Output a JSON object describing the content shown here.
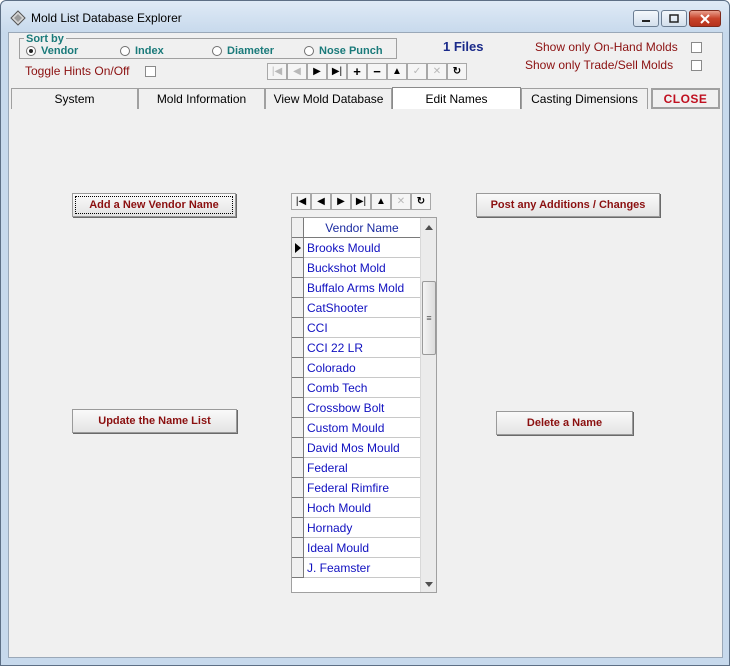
{
  "window": {
    "title": "Mold List Database Explorer",
    "caption_buttons": {
      "minimize": "minimize",
      "maximize": "maximize",
      "close": "close"
    }
  },
  "toolbar": {
    "sort_group": {
      "legend": "Sort by",
      "options": [
        {
          "label": "Vendor",
          "selected": true
        },
        {
          "label": "Index",
          "selected": false
        },
        {
          "label": "Diameter",
          "selected": false
        },
        {
          "label": "Nose Punch",
          "selected": false
        }
      ]
    },
    "files_count": "1 Files",
    "toggle_hints_label": "Toggle Hints On/Off",
    "show_onhand_label": "Show only On-Hand Molds",
    "show_trade_label": "Show only Trade/Sell  Molds",
    "nav_buttons": [
      {
        "name": "first",
        "glyph": "|◀",
        "enabled": false
      },
      {
        "name": "prior",
        "glyph": "◀",
        "enabled": false
      },
      {
        "name": "next",
        "glyph": "▶",
        "enabled": true
      },
      {
        "name": "last",
        "glyph": "▶|",
        "enabled": true
      },
      {
        "name": "insert",
        "glyph": "+",
        "enabled": true
      },
      {
        "name": "delete",
        "glyph": "−",
        "enabled": true
      },
      {
        "name": "edit",
        "glyph": "▲",
        "enabled": true
      },
      {
        "name": "post",
        "glyph": "✓",
        "enabled": false
      },
      {
        "name": "cancel",
        "glyph": "✕",
        "enabled": false
      },
      {
        "name": "refresh",
        "glyph": "↻",
        "enabled": true
      }
    ]
  },
  "tabs": [
    {
      "label": "System",
      "selected": false
    },
    {
      "label": "Mold Information",
      "selected": false
    },
    {
      "label": "View Mold Database",
      "selected": false
    },
    {
      "label": "Edit Names",
      "selected": true
    },
    {
      "label": "Casting Dimensions",
      "selected": false
    }
  ],
  "close_label": "CLOSE",
  "edit_names": {
    "add_button": "Add a New Vendor Name",
    "post_button": "Post any Additions / Changes",
    "update_button": "Update the Name List",
    "delete_button": "Delete a Name",
    "grid_nav": [
      {
        "name": "first",
        "glyph": "|◀",
        "enabled": true
      },
      {
        "name": "prior",
        "glyph": "◀",
        "enabled": true
      },
      {
        "name": "next",
        "glyph": "▶",
        "enabled": true
      },
      {
        "name": "last",
        "glyph": "▶|",
        "enabled": true
      },
      {
        "name": "edit",
        "glyph": "▲",
        "enabled": true
      },
      {
        "name": "cancel",
        "glyph": "✕",
        "enabled": false
      },
      {
        "name": "refresh",
        "glyph": "↻",
        "enabled": true
      }
    ],
    "grid_header": "Vendor Name",
    "vendors": [
      "Brooks Mould",
      "Buckshot Mold",
      "Buffalo Arms Mold",
      "CatShooter",
      "CCI",
      "CCI 22 LR",
      "Colorado",
      "Comb Tech",
      "Crossbow Bolt",
      "Custom Mould",
      "David Mos Mould",
      "Federal",
      "Federal Rimfire",
      "Hoch Mould",
      "Hornady",
      "Ideal Mould",
      "J. Feamster"
    ],
    "current_row": 0
  }
}
